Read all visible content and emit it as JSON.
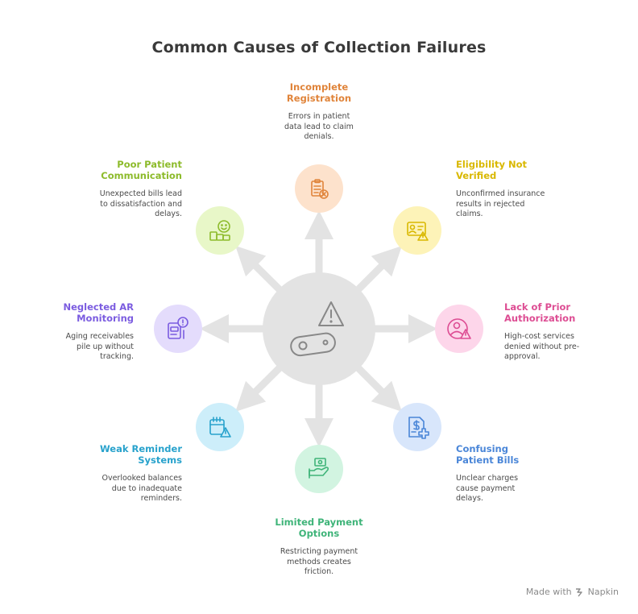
{
  "title": "Common Causes of Collection Failures",
  "center": {
    "icon": "warning-chain-icon"
  },
  "causes": [
    {
      "title": "Incomplete Registration",
      "title_line1": "Incomplete",
      "title_line2": "Registration",
      "desc_line1": "Errors in patient",
      "desc_line2": "data lead to claim",
      "desc_line3": "denials.",
      "color": "#e0843a",
      "bg": "#fde2cc",
      "icon": "clipboard-x-icon"
    },
    {
      "title": "Eligibility Not Verified",
      "title_line1": "Eligibility Not",
      "title_line2": "Verified",
      "desc_line1": "Unconfirmed insurance",
      "desc_line2": "results in rejected",
      "desc_line3": "claims.",
      "color": "#d9b800",
      "bg": "#fdf3b8",
      "icon": "id-card-warning-icon"
    },
    {
      "title": "Lack of Prior Authorization",
      "title_line1": "Lack of Prior",
      "title_line2": "Authorization",
      "desc_line1": "High-cost services",
      "desc_line2": "denied without pre-",
      "desc_line3": "approval.",
      "color": "#dd4d93",
      "bg": "#fdd6ea",
      "icon": "user-warning-icon"
    },
    {
      "title": "Confusing Patient Bills",
      "title_line1": "Confusing",
      "title_line2": "Patient Bills",
      "desc_line1": "Unclear charges",
      "desc_line2": "cause payment",
      "desc_line3": "delays.",
      "color": "#4a86d8",
      "bg": "#d8e6fb",
      "icon": "medical-bill-icon"
    },
    {
      "title": "Limited Payment Options",
      "title_line1": "Limited Payment",
      "title_line2": "Options",
      "desc_line1": "Restricting payment",
      "desc_line2": "methods creates",
      "desc_line3": "friction.",
      "color": "#3fb479",
      "bg": "#d2f4e1",
      "icon": "cash-hand-icon"
    },
    {
      "title": "Weak Reminder Systems",
      "title_line1": "Weak Reminder",
      "title_line2": "Systems",
      "desc_line1": "Overlooked balances",
      "desc_line2": "due to inadequate",
      "desc_line3": "reminders.",
      "color": "#28a2cc",
      "bg": "#cdeefa",
      "icon": "calendar-warning-icon"
    },
    {
      "title": "Neglected AR Monitoring",
      "title_line1": "Neglected AR",
      "title_line2": "Monitoring",
      "desc_line1": "Aging receivables",
      "desc_line2": "pile up without",
      "desc_line3": "tracking.",
      "color": "#7b5ce0",
      "bg": "#e4dcfc",
      "icon": "document-alert-icon"
    },
    {
      "title": "Poor Patient Communication",
      "title_line1": "Poor Patient",
      "title_line2": "Communication",
      "desc_line1": "Unexpected bills lead",
      "desc_line2": "to dissatisfaction and",
      "desc_line3": "delays.",
      "color": "#8dbb2b",
      "bg": "#e8f7c8",
      "icon": "smiley-stack-icon"
    }
  ],
  "footer": {
    "made_with": "Made with",
    "brand": "Napkin",
    "icon": "napkin-logo-icon"
  }
}
